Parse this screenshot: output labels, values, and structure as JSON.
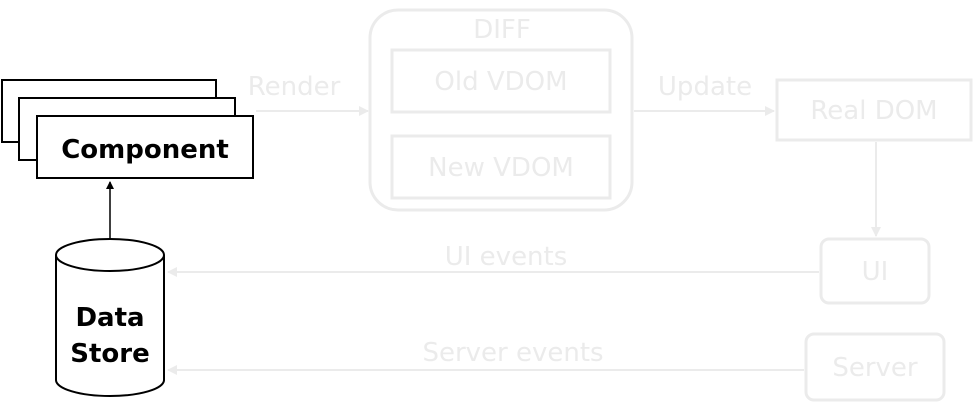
{
  "colors": {
    "primary": "#000000",
    "faded": "#ebebeb",
    "background": "#ffffff"
  },
  "nodes": {
    "component": "Component",
    "data_store_line1": "Data",
    "data_store_line2": "Store",
    "diff_title": "DIFF",
    "old_vdom": "Old VDOM",
    "new_vdom": "New VDOM",
    "real_dom": "Real DOM",
    "ui": "UI",
    "server": "Server"
  },
  "edges": {
    "render": "Render",
    "update": "Update",
    "ui_events": "UI events",
    "server_events": "Server events"
  }
}
